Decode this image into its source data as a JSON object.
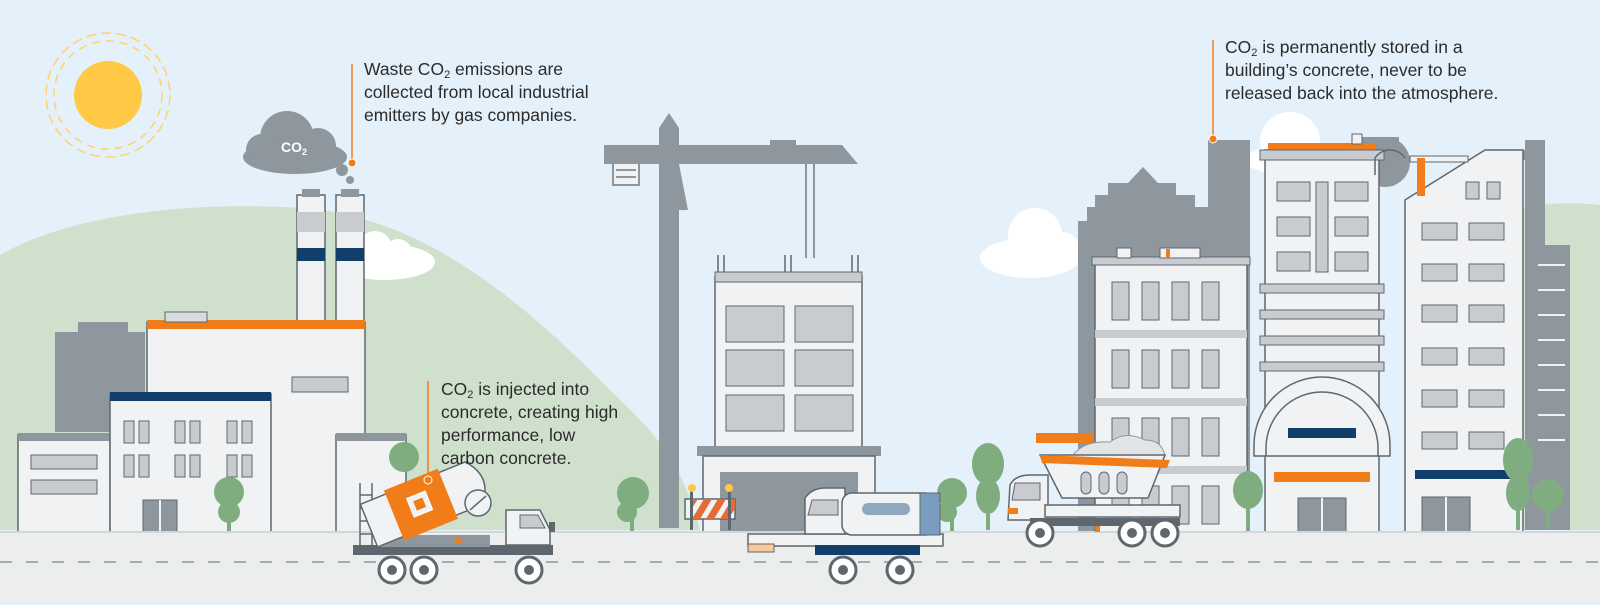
{
  "colors": {
    "sky": "#e4f1fa",
    "hill": "#cfe0cc",
    "building_gray": "#8f979e",
    "building_light": "#f1f2f3",
    "accent_orange": "#f07d1a",
    "accent_navy": "#123f69",
    "tree_green": "#7fad7f",
    "sun": "#ffc845"
  },
  "icons": [
    "sun-icon",
    "co2-cloud-icon",
    "factory-icon",
    "crane-icon",
    "cement-mixer-truck-icon",
    "tanker-truck-icon",
    "dump-truck-icon",
    "road-barrier-icon",
    "city-buildings-icon"
  ],
  "cloud": {
    "co2_main": "CO",
    "co2_sub": "2"
  },
  "callouts": {
    "capture": {
      "line1_pre": "Waste CO",
      "line1_sub": "2",
      "line1_post": " emissions are",
      "line2": "collected from local industrial",
      "line3": "emitters by gas companies."
    },
    "inject": {
      "line1_pre": "CO",
      "line1_sub": "2",
      "line1_post": " is injected into",
      "line2": "concrete, creating high",
      "line3": "performance, low",
      "line4": "carbon concrete."
    },
    "store": {
      "line1_pre": "CO",
      "line1_sub": "2",
      "line1_post": " is permanently stored in a",
      "line2": "building’s concrete, never to be",
      "line3": "released back into the atmosphere."
    }
  }
}
